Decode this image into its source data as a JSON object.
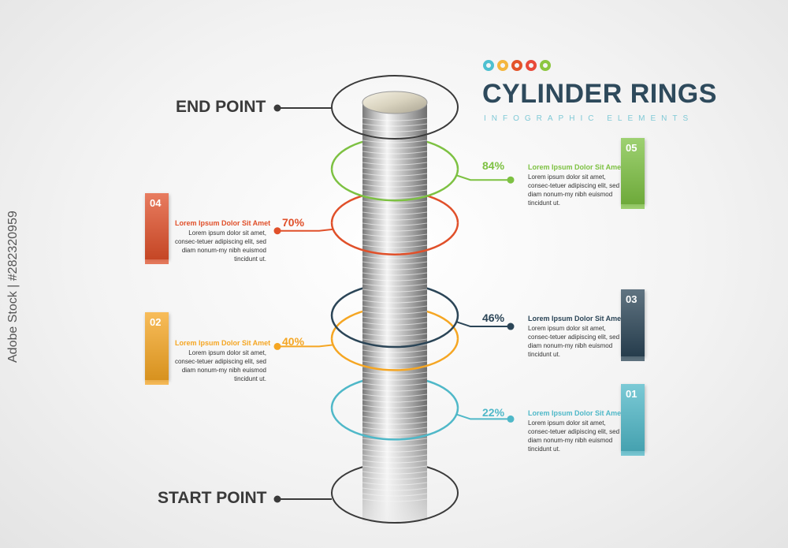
{
  "title": {
    "main": "CYLINDER RINGS",
    "sub": "INFOGRAPHIC ELEMENTS",
    "logo_colors": [
      "#4ec0d0",
      "#f4b63e",
      "#e3542a",
      "#e84a3a",
      "#8cc63f"
    ]
  },
  "end_point": "END POINT",
  "start_point": "START POINT",
  "items": [
    {
      "num": "01",
      "percent": "22%",
      "value": 22,
      "heading": "Lorem Ipsum Dolor Sit Amet",
      "text": "Lorem ipsum dolor sit amet, consec-tetuer adipiscing elit, sed diam nonum-my nibh euismod tincidunt ut.",
      "color": "#4fb8c8",
      "side": "right"
    },
    {
      "num": "02",
      "percent": "40%",
      "value": 40,
      "heading": "Lorem Ipsum Dolor Sit Amet",
      "text": "Lorem ipsum dolor sit amet, consec-tetuer adipiscing elit, sed diam nonum-my nibh euismod tincidunt ut.",
      "color": "#f5a623",
      "side": "left"
    },
    {
      "num": "03",
      "percent": "46%",
      "value": 46,
      "heading": "Lorem Ipsum Dolor Sit Amet",
      "text": "Lorem ipsum dolor sit amet, consec-tetuer adipiscing elit, sed diam nonum-my nibh euismod tincidunt ut.",
      "color": "#2b4557",
      "side": "right"
    },
    {
      "num": "04",
      "percent": "70%",
      "value": 70,
      "heading": "Lorem Ipsum Dolor Sit Amet",
      "text": "Lorem ipsum dolor sit amet, consec-tetuer adipiscing elit, sed diam nonum-my nibh euismod tincidunt ut.",
      "color": "#e0502a",
      "side": "left"
    },
    {
      "num": "05",
      "percent": "84%",
      "value": 84,
      "heading": "Lorem Ipsum Dolor Sit Amet",
      "text": "Lorem ipsum dolor sit amet, consec-tetuer adipiscing elit, sed diam nonum-my nibh euismod tincidunt ut.",
      "color": "#7dc142",
      "side": "right"
    }
  ],
  "watermark": "Adobe Stock | #282320959"
}
